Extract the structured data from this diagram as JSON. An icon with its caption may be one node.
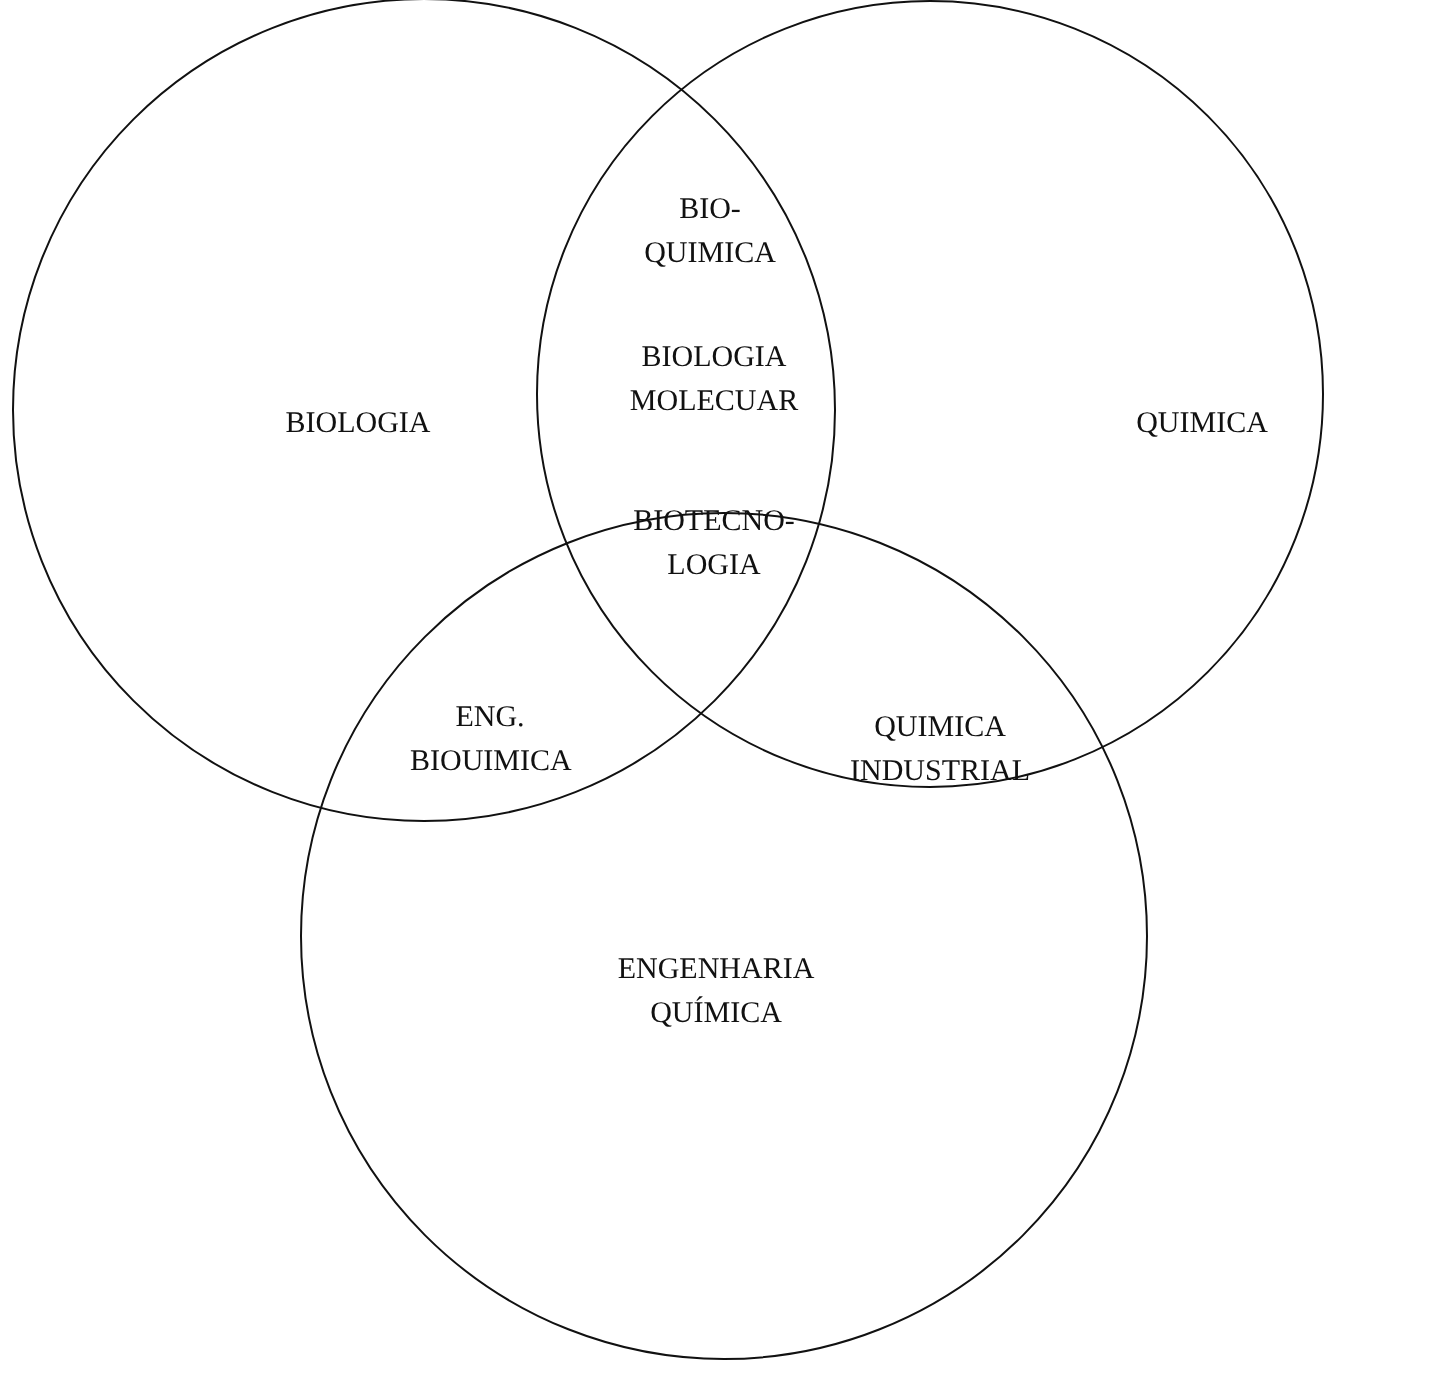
{
  "diagram": {
    "nodes": [
      {
        "text": [
          "BIOLOGIA"
        ]
      },
      {
        "text": [
          "QUIMICA"
        ]
      },
      {
        "text": [
          "ENGENHARIA QUÍMICA"
        ]
      }
    ],
    "labels": [
      "BIO- QUIMICA",
      "BIOLOGIA MOLECUAR",
      "BIOTECNO- LOGIA",
      "ENG. BIOUIMICA",
      "QUIMICA INDUSTRIAL"
    ]
  }
}
